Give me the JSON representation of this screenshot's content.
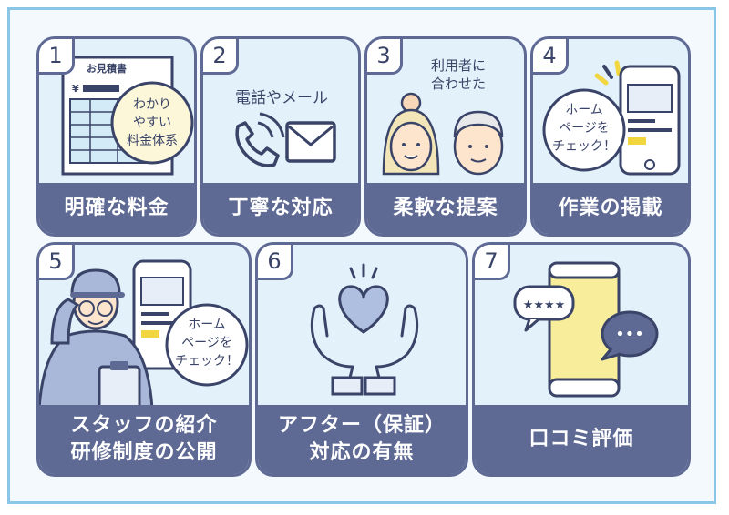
{
  "tiles": [
    {
      "number": "1",
      "title": "明確な料金",
      "doc_title": "お見積書",
      "yen": "¥",
      "bubble": [
        "わかり",
        "やすい",
        "料金体系"
      ],
      "icons": [
        "estimate-document-icon"
      ]
    },
    {
      "number": "2",
      "title": "丁寧な対応",
      "caption": "電話やメール",
      "icons": [
        "phone-icon",
        "mail-icon"
      ]
    },
    {
      "number": "3",
      "title": "柔軟な提案",
      "caption": [
        "利用者に",
        "合わせた"
      ],
      "icons": [
        "woman-face-icon",
        "elderly-man-face-icon"
      ]
    },
    {
      "number": "4",
      "title": "作業の掲載",
      "bubble": [
        "ホーム",
        "ページを",
        "チェック！"
      ],
      "icons": [
        "smartphone-icon"
      ]
    },
    {
      "number": "5",
      "title_lines": [
        "スタッフの紹介",
        "研修制度の公開"
      ],
      "bubble": [
        "ホーム",
        "ページを",
        "チェック！"
      ],
      "icons": [
        "staff-worker-icon",
        "smartphone-icon",
        "clipboard-icon"
      ]
    },
    {
      "number": "6",
      "title_lines": [
        "アフター（保証）",
        "対応の有無"
      ],
      "icons": [
        "heart-icon",
        "hands-icon"
      ]
    },
    {
      "number": "7",
      "title": "口コミ評価",
      "stars": "★★★★",
      "dots": "•••",
      "icons": [
        "smartphone-icon",
        "review-bubble-icon",
        "chat-bubble-icon"
      ]
    }
  ],
  "colors": {
    "border": "#5f6a94",
    "tile_bg": "#e3f1fa",
    "frame": "#8cc6e6",
    "accent_yellow": "#f7ed9a"
  }
}
